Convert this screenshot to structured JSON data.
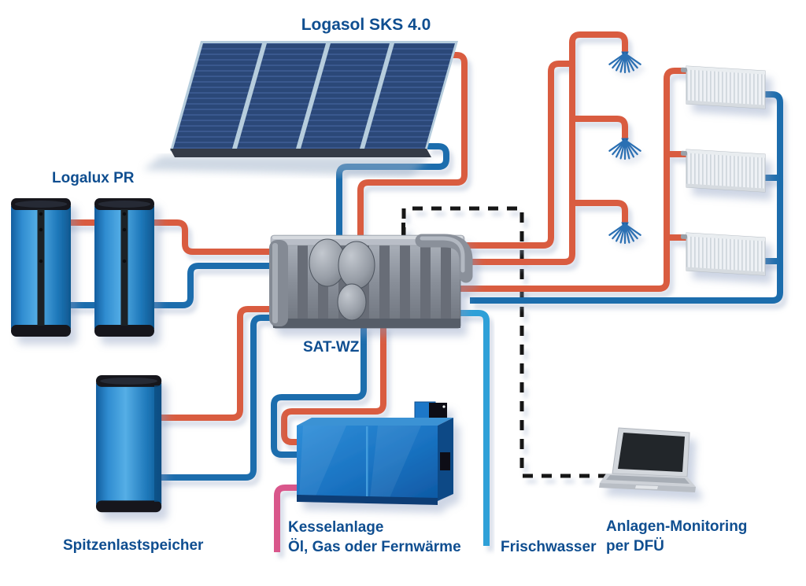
{
  "diagram": {
    "title": "Logasol SKS 4.0",
    "labels": {
      "solar_collector": "Logasol SKS 4.0",
      "buffer_tanks": "Logalux PR",
      "transfer_station": "SAT-WZ",
      "peak_load_tank": "Spitzenlastspeicher",
      "boiler_line1": "Kesselanlage",
      "boiler_line2": "Öl, Gas oder Fernwärme",
      "fresh_water": "Frischwasser",
      "monitoring_line1": "Anlagen-Monitoring",
      "monitoring_line2": "per DFÜ"
    },
    "colors": {
      "label_text": "#0f4e90",
      "pipe_hot": "#d95b40",
      "pipe_cold": "#1b6dad",
      "pipe_fresh_water": "#2da0d8",
      "pipe_gas": "#d9568b",
      "monitoring_dashed": "#161616",
      "spray_blue": "#2b6fb3",
      "background": "#ffffff"
    },
    "components": [
      {
        "icon": "solar-collector-array",
        "panels": 4
      },
      {
        "icon": "buffer-tank",
        "count": 2
      },
      {
        "icon": "transfer-station",
        "count": 1
      },
      {
        "icon": "peak-load-tank",
        "count": 1
      },
      {
        "icon": "boiler",
        "count": 1
      },
      {
        "icon": "shower-spray",
        "count": 3
      },
      {
        "icon": "radiator",
        "count": 3
      },
      {
        "icon": "laptop-monitoring",
        "count": 1
      }
    ]
  }
}
